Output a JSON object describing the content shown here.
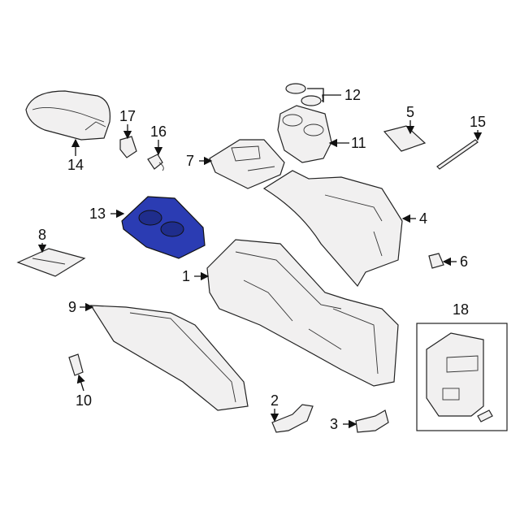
{
  "diagram": {
    "highlight_color": "#2b3cb3",
    "callouts": [
      {
        "id": "1",
        "label": "1"
      },
      {
        "id": "2",
        "label": "2"
      },
      {
        "id": "3",
        "label": "3"
      },
      {
        "id": "4",
        "label": "4"
      },
      {
        "id": "5",
        "label": "5"
      },
      {
        "id": "6",
        "label": "6"
      },
      {
        "id": "7",
        "label": "7"
      },
      {
        "id": "8",
        "label": "8"
      },
      {
        "id": "9",
        "label": "9"
      },
      {
        "id": "10",
        "label": "10"
      },
      {
        "id": "11",
        "label": "11"
      },
      {
        "id": "12",
        "label": "12"
      },
      {
        "id": "13",
        "label": "13"
      },
      {
        "id": "14",
        "label": "14"
      },
      {
        "id": "15",
        "label": "15"
      },
      {
        "id": "16",
        "label": "16"
      },
      {
        "id": "17",
        "label": "17"
      },
      {
        "id": "18",
        "label": "18"
      }
    ]
  }
}
